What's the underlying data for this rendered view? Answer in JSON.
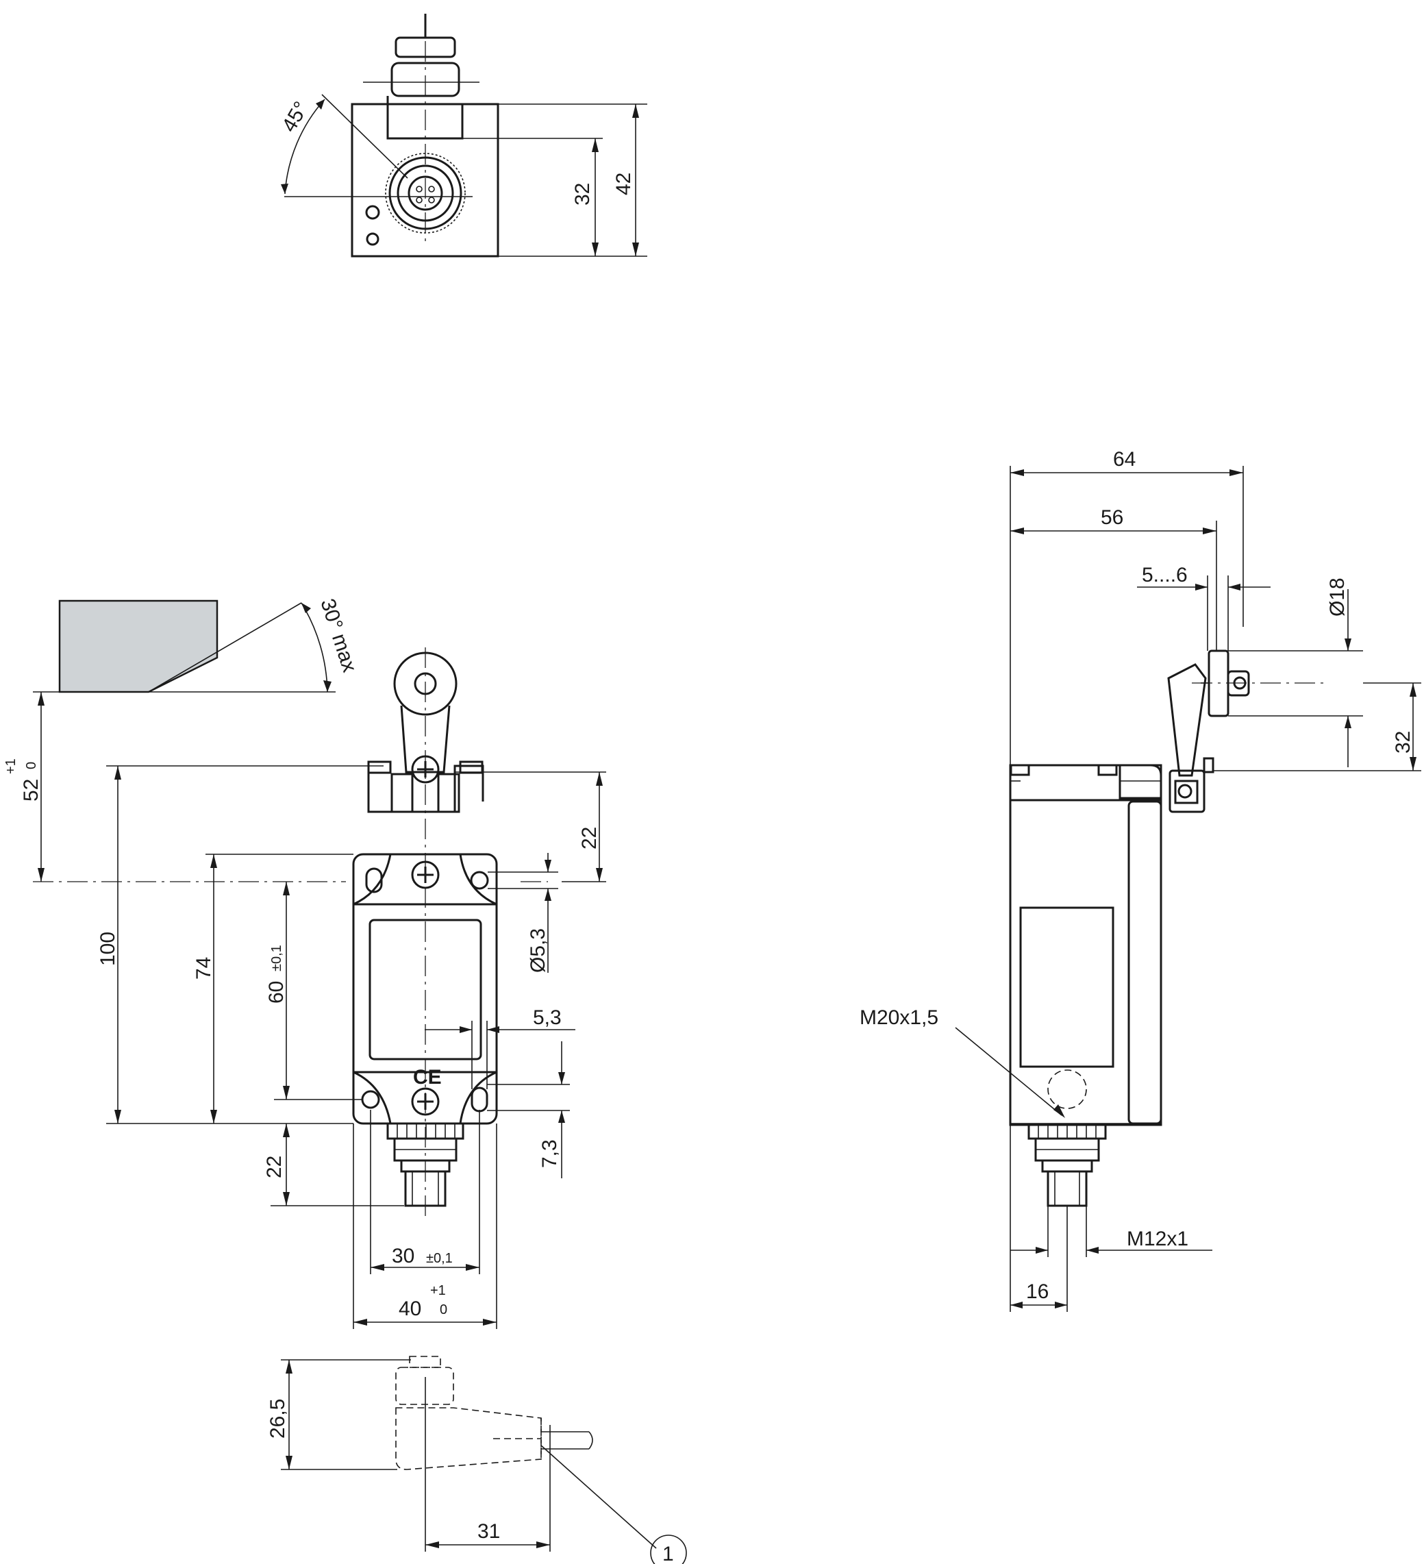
{
  "top_view": {
    "angle": "45°",
    "dim_32": "32",
    "dim_42": "42"
  },
  "front_view": {
    "cam_angle": "30° max",
    "dim_52": "52",
    "dim_52_tol_upper": "+1",
    "dim_52_tol_lower": "0",
    "dim_100": "100",
    "dim_74": "74",
    "dim_60": "60",
    "dim_60_tol": "±0,1",
    "dim_22_top": "22",
    "dim_hole": "Ø5,3",
    "dim_5_3": "5,3",
    "dim_7_3": "7,3",
    "dim_22_bottom": "22",
    "dim_30": "30",
    "dim_30_tol": "±0,1",
    "dim_40": "40",
    "dim_40_tol_upper": "+1",
    "dim_40_tol_lower": "0",
    "ce_mark": "CE"
  },
  "side_view": {
    "dim_64": "64",
    "dim_56": "56",
    "dim_5_6": "5....6",
    "dim_18": "Ø18",
    "dim_32": "32",
    "thread_m20": "M20x1,5",
    "thread_m12": "M12x1",
    "dim_16": "16"
  },
  "connector_view": {
    "dim_26_5": "26,5",
    "dim_31": "31",
    "callout_1": "1"
  }
}
